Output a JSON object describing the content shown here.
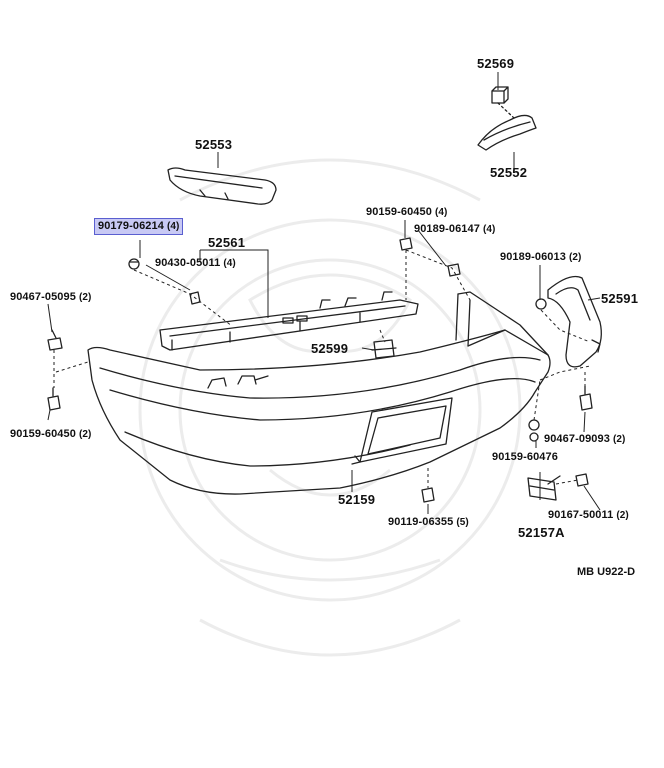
{
  "diagram": {
    "code": "MB U922-D",
    "highlighted_part": {
      "number": "90179-06214",
      "qty": "(4)"
    },
    "labels": [
      {
        "id": "52569",
        "number": "52569",
        "qty": ""
      },
      {
        "id": "52553",
        "number": "52553",
        "qty": ""
      },
      {
        "id": "52552",
        "number": "52552",
        "qty": ""
      },
      {
        "id": "90159-60450-top",
        "number": "90159-60450",
        "qty": "(4)"
      },
      {
        "id": "90189-06147",
        "number": "90189-06147",
        "qty": "(4)"
      },
      {
        "id": "52561",
        "number": "52561",
        "qty": ""
      },
      {
        "id": "90430-05011",
        "number": "90430-05011",
        "qty": "(4)"
      },
      {
        "id": "90189-06013",
        "number": "90189-06013",
        "qty": "(2)"
      },
      {
        "id": "90467-05095",
        "number": "90467-05095",
        "qty": "(2)"
      },
      {
        "id": "52591",
        "number": "52591",
        "qty": ""
      },
      {
        "id": "52599",
        "number": "52599",
        "qty": ""
      },
      {
        "id": "90159-60450-left",
        "number": "90159-60450",
        "qty": "(2)"
      },
      {
        "id": "90467-09093",
        "number": "90467-09093",
        "qty": "(2)"
      },
      {
        "id": "90159-60476",
        "number": "90159-60476",
        "qty": ""
      },
      {
        "id": "52159",
        "number": "52159",
        "qty": ""
      },
      {
        "id": "90167-50011",
        "number": "90167-50011",
        "qty": "(2)"
      },
      {
        "id": "90119-06355",
        "number": "90119-06355",
        "qty": "(5)"
      },
      {
        "id": "52157A",
        "number": "52157A",
        "qty": ""
      }
    ]
  }
}
